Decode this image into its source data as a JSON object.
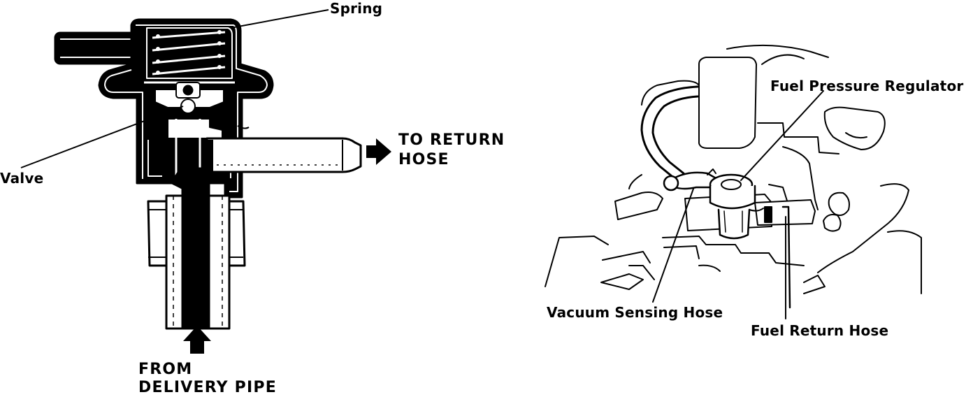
{
  "left_diagram": {
    "labels": {
      "spring": "Spring",
      "valve": "Valve",
      "to_return_hose": [
        "TO RETURN",
        "HOSE"
      ],
      "from_delivery_pipe": [
        "FROM",
        "DELIVERY PIPE"
      ]
    }
  },
  "right_diagram": {
    "labels": {
      "fuel_pressure_regulator": "Fuel Pressure Regulator",
      "vacuum_sensing_hose": "Vacuum Sensing Hose",
      "fuel_return_hose": "Fuel Return Hose"
    }
  },
  "colors": {
    "ink": "#000000",
    "paper": "#ffffff"
  }
}
